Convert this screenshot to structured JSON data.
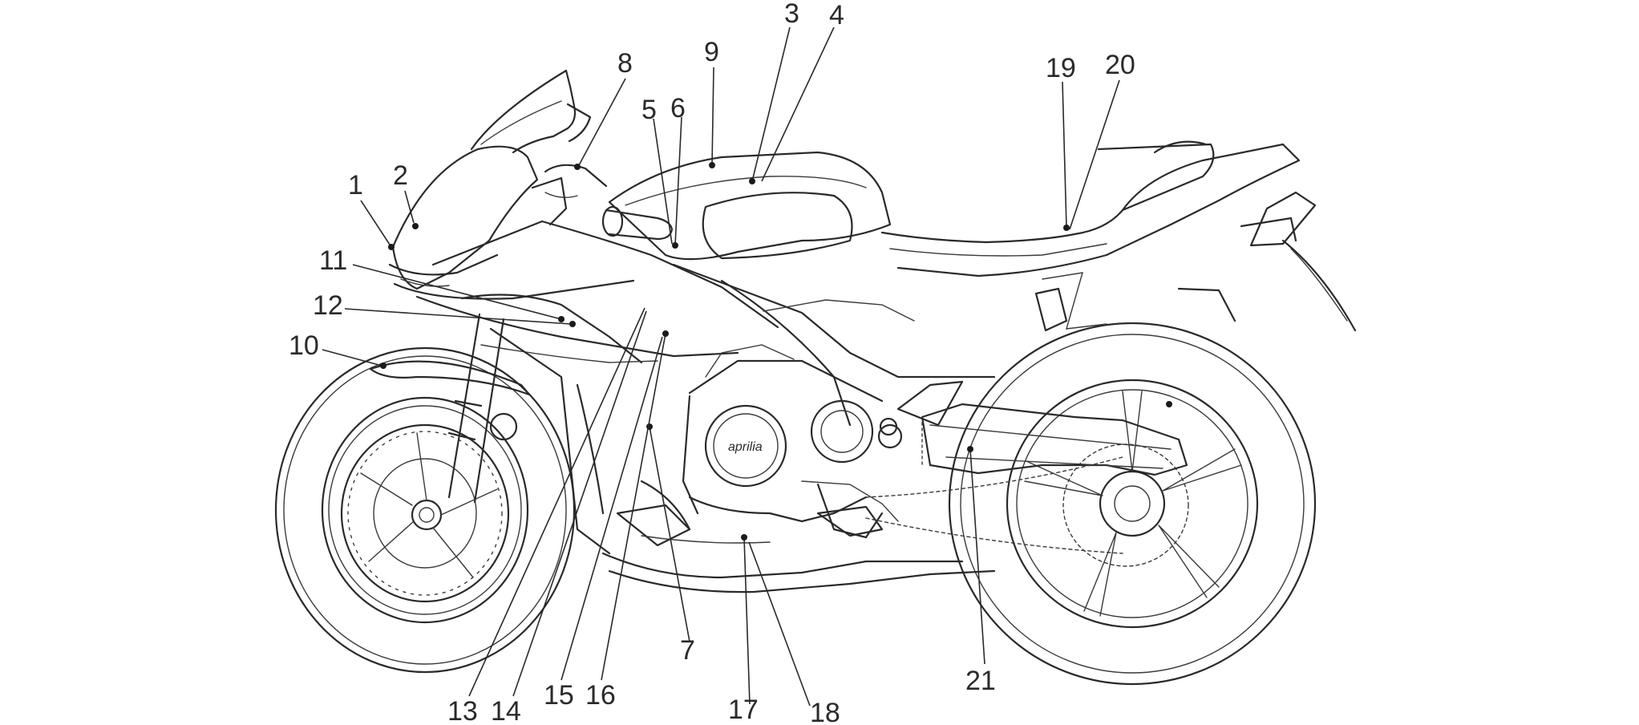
{
  "brand_mark": "aprilia",
  "labels": [
    "1",
    "2",
    "3",
    "4",
    "5",
    "6",
    "7",
    "8",
    "9",
    "10",
    "11",
    "12",
    "13",
    "14",
    "15",
    "16",
    "17",
    "18",
    "19",
    "20",
    "21"
  ]
}
